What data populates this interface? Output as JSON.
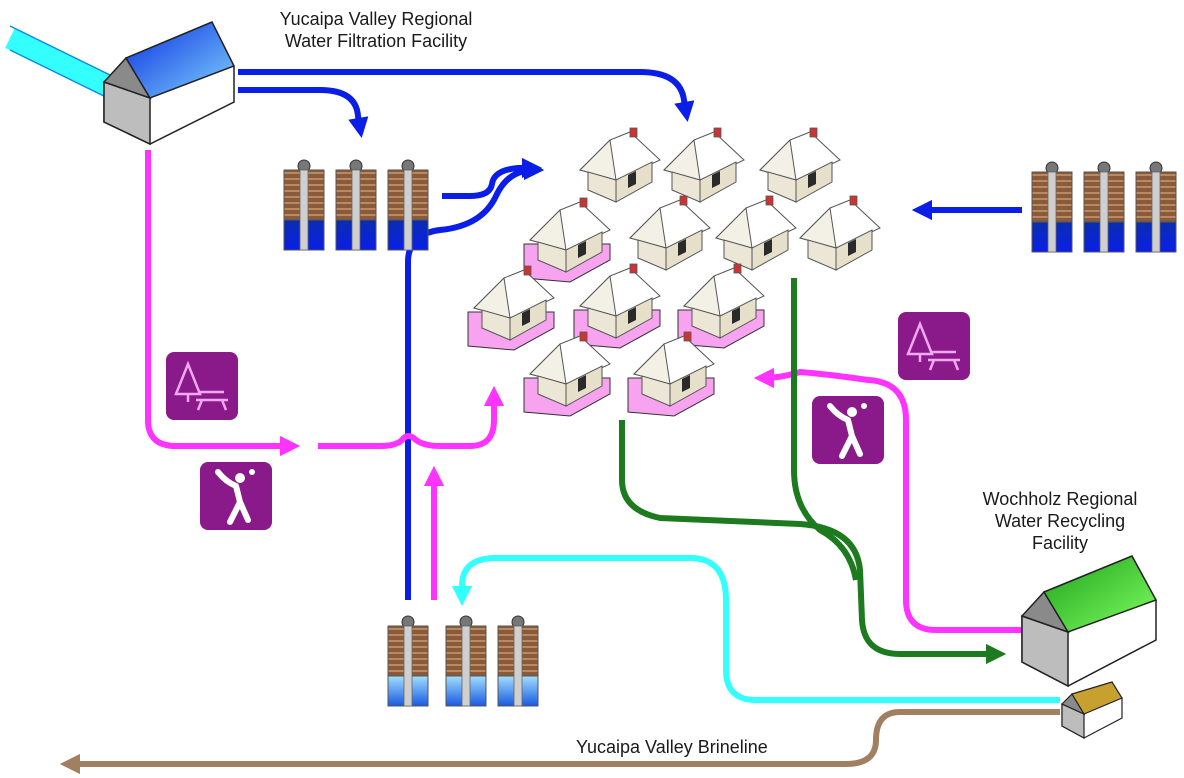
{
  "labels": {
    "filtration_line1": "Yucaipa Valley Regional",
    "filtration_line2": "Water Filtration Facility",
    "recycling_line1": "Wochholz Regional",
    "recycling_line2": "Water Recycling",
    "recycling_line3": "Facility",
    "brineline": "Yucaipa Valley Brineline"
  },
  "colors": {
    "potable": "#0a1ee8",
    "recycled": "#ff33ff",
    "recharge": "#33ffff",
    "wastewater": "#1e7a1e",
    "brine": "#a08060",
    "icon_bg": "#8a1a8a"
  },
  "icons": [
    "park-icon",
    "golf-icon"
  ]
}
